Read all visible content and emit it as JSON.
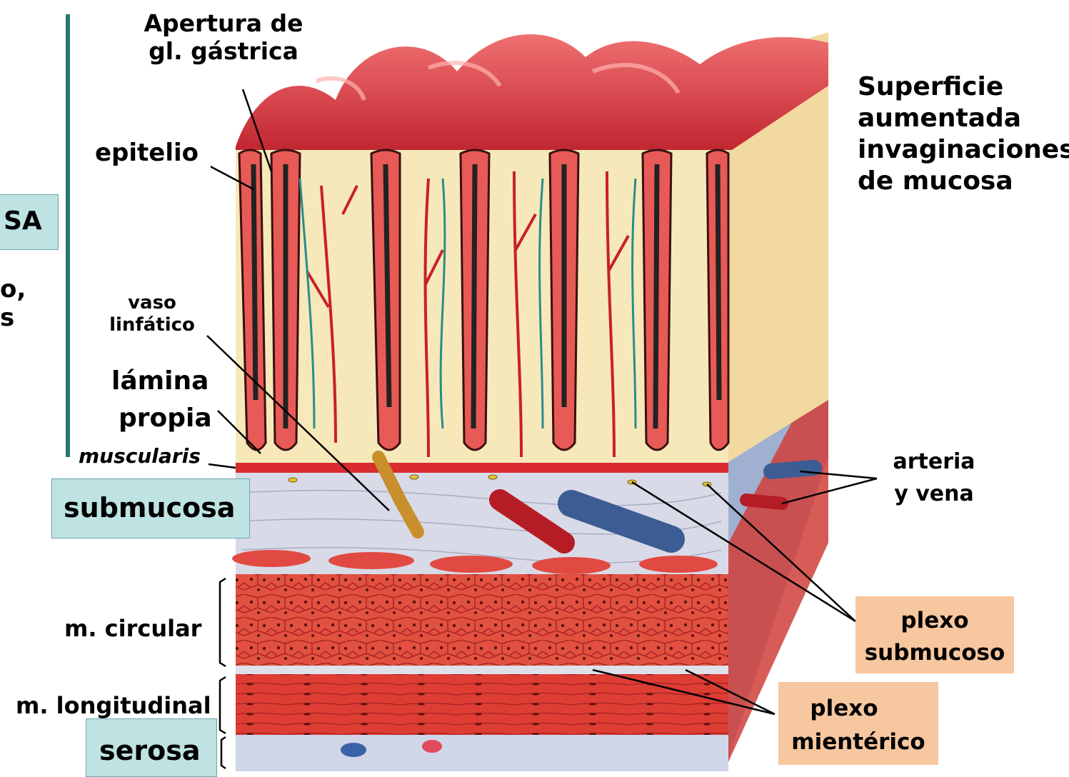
{
  "labels": {
    "apertura": [
      "Apertura de",
      "gl. gástrica"
    ],
    "epitelio": "epitelio",
    "mucosa_fragment": "SA",
    "side_fragment": [
      "o,",
      "s"
    ],
    "vaso": [
      "vaso",
      "linfático"
    ],
    "lamina": [
      "lámina",
      "propia"
    ],
    "muscularis": "muscularis",
    "submucosa": "submucosa",
    "circular": "m. circular",
    "longitudinal": "m. longitudinal",
    "serosa": "serosa",
    "superficie": [
      "Superficie",
      "aumentada",
      "invaginaciones",
      "de mucosa"
    ],
    "arteria": [
      "arteria",
      "y vena"
    ],
    "plexo_submucoso": [
      "plexo",
      "submucoso"
    ],
    "plexo_mienterico": [
      "plexo",
      "mientérico"
    ]
  },
  "colors": {
    "label_box_teal": "#bfe3e3",
    "label_box_orange": "#f7c79f",
    "mucosa_red": "#d8343e",
    "lamina_cream": "#f6e8b8",
    "submucosa_gray": "#d7d8e6",
    "muscle_red": "#e0463a",
    "vein_blue": "#3b5d93",
    "bracket_teal": "#2f7474"
  }
}
